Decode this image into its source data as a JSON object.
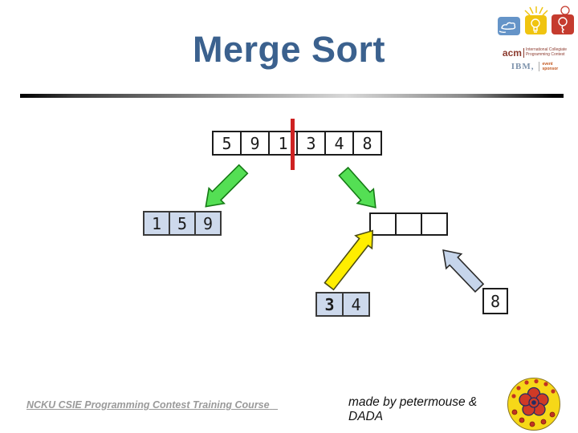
{
  "slide": {
    "title": "Merge Sort",
    "footer_left": "NCKU CSIE Programming Contest Training Course",
    "footer_left_tail": "_",
    "footer_right": "made by petermouse & DADA"
  },
  "logo": {
    "acm_label": "acm",
    "acm_desc_line1": "International Collegiate",
    "acm_desc_line2": "Programming Contest",
    "ibm_label": "IBM,",
    "sponsor_line1": "event",
    "sponsor_line2": "sponsor"
  },
  "diagram": {
    "top_array": {
      "values": [
        "5",
        "9",
        "1",
        "3",
        "4",
        "8"
      ]
    },
    "left_array": {
      "values": [
        "1",
        "5",
        "9"
      ]
    },
    "merge_array": {
      "values": [
        "",
        "",
        ""
      ]
    },
    "pair_array": {
      "values": [
        "3",
        "4"
      ]
    },
    "single_cell": {
      "value": "8"
    }
  },
  "colors": {
    "title_blue": "#3b618e",
    "cell_blue": "#cdd9ec",
    "arrow_green": "#54df54",
    "arrow_yellow": "#ffee00",
    "arrow_blue": "#c6d5eb",
    "divider_red": "#ce2222",
    "seal_yellow": "#f6d818"
  }
}
